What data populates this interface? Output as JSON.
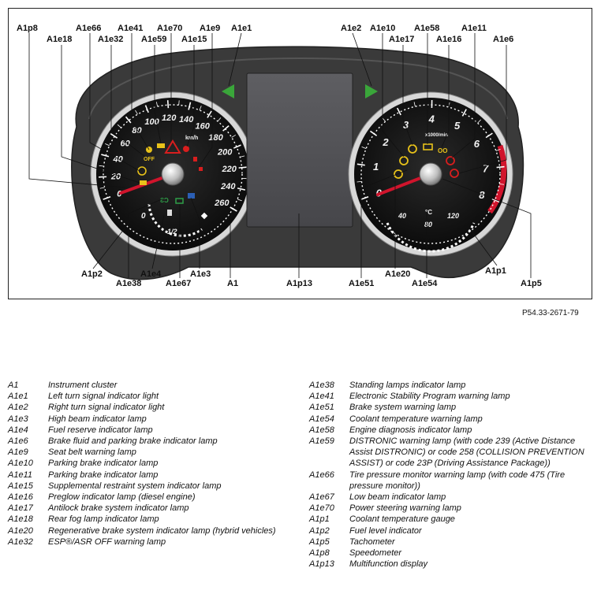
{
  "figure": {
    "reference": "P54.33-2671-79",
    "callouts": [
      {
        "id": "A1p8",
        "text": "A1p8"
      },
      {
        "id": "A1e18",
        "text": "A1e18"
      },
      {
        "id": "A1e66",
        "text": "A1e66"
      },
      {
        "id": "A1e32",
        "text": "A1e32"
      },
      {
        "id": "A1e41",
        "text": "A1e41"
      },
      {
        "id": "A1e59",
        "text": "A1e59"
      },
      {
        "id": "A1e70",
        "text": "A1e70"
      },
      {
        "id": "A1e15",
        "text": "A1e15"
      },
      {
        "id": "A1e9",
        "text": "A1e9"
      },
      {
        "id": "A1e1",
        "text": "A1e1"
      },
      {
        "id": "A1e2",
        "text": "A1e2"
      },
      {
        "id": "A1e10",
        "text": "A1e10"
      },
      {
        "id": "A1e17",
        "text": "A1e17"
      },
      {
        "id": "A1e58",
        "text": "A1e58"
      },
      {
        "id": "A1e16",
        "text": "A1e16"
      },
      {
        "id": "A1e11",
        "text": "A1e11"
      },
      {
        "id": "A1e6",
        "text": "A1e6"
      },
      {
        "id": "A1p2",
        "text": "A1p2"
      },
      {
        "id": "A1e38",
        "text": "A1e38"
      },
      {
        "id": "A1e4",
        "text": "A1e4"
      },
      {
        "id": "A1e67",
        "text": "A1e67"
      },
      {
        "id": "A1e3",
        "text": "A1e3"
      },
      {
        "id": "A1",
        "text": "A1"
      },
      {
        "id": "A1p13",
        "text": "A1p13"
      },
      {
        "id": "A1e51",
        "text": "A1e51"
      },
      {
        "id": "A1e20",
        "text": "A1e20"
      },
      {
        "id": "A1e54",
        "text": "A1e54"
      },
      {
        "id": "A1p1",
        "text": "A1p1"
      },
      {
        "id": "A1p5",
        "text": "A1p5"
      }
    ],
    "speedometer_labels": [
      "0",
      "20",
      "40",
      "60",
      "80",
      "100",
      "120",
      "140",
      "160",
      "180",
      "200",
      "220",
      "240",
      "260"
    ],
    "speed_unit": "km/h",
    "tachometer_labels": [
      "0",
      "1",
      "2",
      "3",
      "4",
      "5",
      "6",
      "7",
      "8"
    ],
    "tacho_unit": "x1000/min",
    "fuel_labels": [
      "0",
      "1/2"
    ],
    "coolant_labels": [
      "40",
      "80",
      "120"
    ],
    "coolant_unit": "°C",
    "esp_off_text": "OFF"
  },
  "legend": {
    "left": [
      {
        "code": "A1",
        "desc": "Instrument cluster"
      },
      {
        "code": "A1e1",
        "desc": "Left turn signal indicator light"
      },
      {
        "code": "A1e2",
        "desc": "Right turn signal indicator light"
      },
      {
        "code": "A1e3",
        "desc": "High beam indicator lamp"
      },
      {
        "code": "A1e4",
        "desc": "Fuel reserve indicator lamp"
      },
      {
        "code": "A1e6",
        "desc": "Brake fluid and parking brake indicator lamp"
      },
      {
        "code": "A1e9",
        "desc": "Seat belt warning lamp"
      },
      {
        "code": "A1e10",
        "desc": "Parking brake indicator lamp"
      },
      {
        "code": "A1e11",
        "desc": "Parking brake indicator lamp"
      },
      {
        "code": "A1e15",
        "desc": "Supplemental restraint system indicator lamp"
      },
      {
        "code": "A1e16",
        "desc": "Preglow indicator lamp (diesel engine)"
      },
      {
        "code": "A1e17",
        "desc": "Antilock brake system indicator lamp"
      },
      {
        "code": "A1e18",
        "desc": "Rear fog lamp indicator lamp"
      },
      {
        "code": "A1e20",
        "desc": "Regenerative brake system indicator lamp (hybrid vehicles)"
      },
      {
        "code": "A1e32",
        "desc": "ESP®/ASR OFF warning lamp"
      }
    ],
    "right": [
      {
        "code": "A1e38",
        "desc": "Standing lamps indicator lamp"
      },
      {
        "code": "A1e41",
        "desc": "Electronic Stability Program warning lamp"
      },
      {
        "code": "A1e51",
        "desc": "Brake system warning lamp"
      },
      {
        "code": "A1e54",
        "desc": "Coolant temperature warning lamp"
      },
      {
        "code": "A1e58",
        "desc": "Engine diagnosis indicator lamp"
      },
      {
        "code": "A1e59",
        "desc": "DISTRONIC warning lamp (with code 239 (Active Distance Assist DISTRONIC) or code 258 (COLLISION PREVENTION ASSIST) or code 23P (Driving Assistance Package))"
      },
      {
        "code": "A1e66",
        "desc": "Tire pressure monitor warning lamp (with code 475 (Tire pressure monitor))"
      },
      {
        "code": "A1e67",
        "desc": "Low beam indicator lamp"
      },
      {
        "code": "A1e70",
        "desc": "Power steering warning lamp"
      },
      {
        "code": "A1p1",
        "desc": "Coolant temperature gauge"
      },
      {
        "code": "A1p2",
        "desc": "Fuel level indicator"
      },
      {
        "code": "A1p5",
        "desc": "Tachometer"
      },
      {
        "code": "A1p8",
        "desc": "Speedometer"
      },
      {
        "code": "A1p13",
        "desc": "Multifunction display"
      }
    ]
  },
  "colors": {
    "housing": "#3a3a3a",
    "dial_face": "#101010",
    "needle": "#d0142c",
    "redline": "#d0142c",
    "turn_signal": "#3aa63a",
    "warning_red": "#d81e1e",
    "warning_yellow": "#e8c21a",
    "lamp_green": "#2e9e48",
    "lamp_blue": "#2b5fb5",
    "display": "#545458"
  }
}
